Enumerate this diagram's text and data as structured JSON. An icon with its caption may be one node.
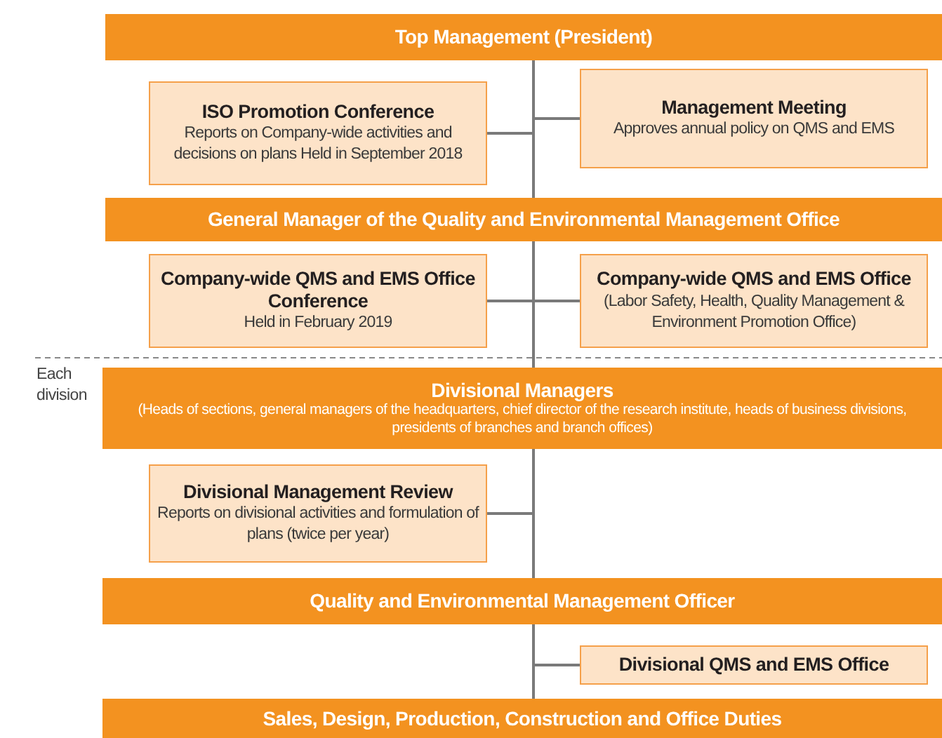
{
  "diagram": {
    "nodes": [
      {
        "text": [
          "Top Management (President)"
        ]
      },
      {
        "text": [
          "ISO Promotion Conference",
          "Reports on Company-wide activities and decisions on plans Held in September 2018"
        ]
      },
      {
        "text": [
          "Management Meeting",
          "Approves annual policy on QMS and EMS"
        ]
      },
      {
        "text": [
          "General Manager of the Quality and Environmental Management Office"
        ]
      },
      {
        "text": [
          "Company-wide QMS and EMS Office Conference",
          "Held in February 2019"
        ]
      },
      {
        "text": [
          "Company-wide QMS and EMS Office",
          "(Labor Safety, Health, Quality Management & Environment Promotion Office)"
        ]
      },
      {
        "text": [
          "Divisional Managers",
          "(Heads of sections, general managers of the headquarters, chief director of the research institute, heads of business divisions, presidents of branches and branch offices)"
        ]
      },
      {
        "text": [
          "Divisional Management Review",
          "Reports on divisional activities and formulation of plans (twice per year)"
        ]
      },
      {
        "text": [
          "Quality and Environmental Management Officer"
        ]
      },
      {
        "text": [
          "Divisional QMS and EMS Office"
        ]
      },
      {
        "text": [
          "Sales, Design, Production, Construction and Office Duties"
        ]
      }
    ],
    "edges": [
      {
        "from": 0,
        "to": 3,
        "arrow": "none"
      },
      {
        "from": 0,
        "to": 1,
        "arrow": "none"
      },
      {
        "from": 0,
        "to": 2,
        "arrow": "none"
      },
      {
        "from": 3,
        "to": 6,
        "arrow": "none"
      },
      {
        "from": 3,
        "to": 4,
        "arrow": "none"
      },
      {
        "from": 3,
        "to": 5,
        "arrow": "none"
      },
      {
        "from": 6,
        "to": 8,
        "arrow": "none"
      },
      {
        "from": 6,
        "to": 7,
        "arrow": "none"
      },
      {
        "from": 8,
        "to": 10,
        "arrow": "none"
      },
      {
        "from": 8,
        "to": 9,
        "arrow": "none"
      }
    ],
    "labels": [
      "Each division"
    ]
  }
}
